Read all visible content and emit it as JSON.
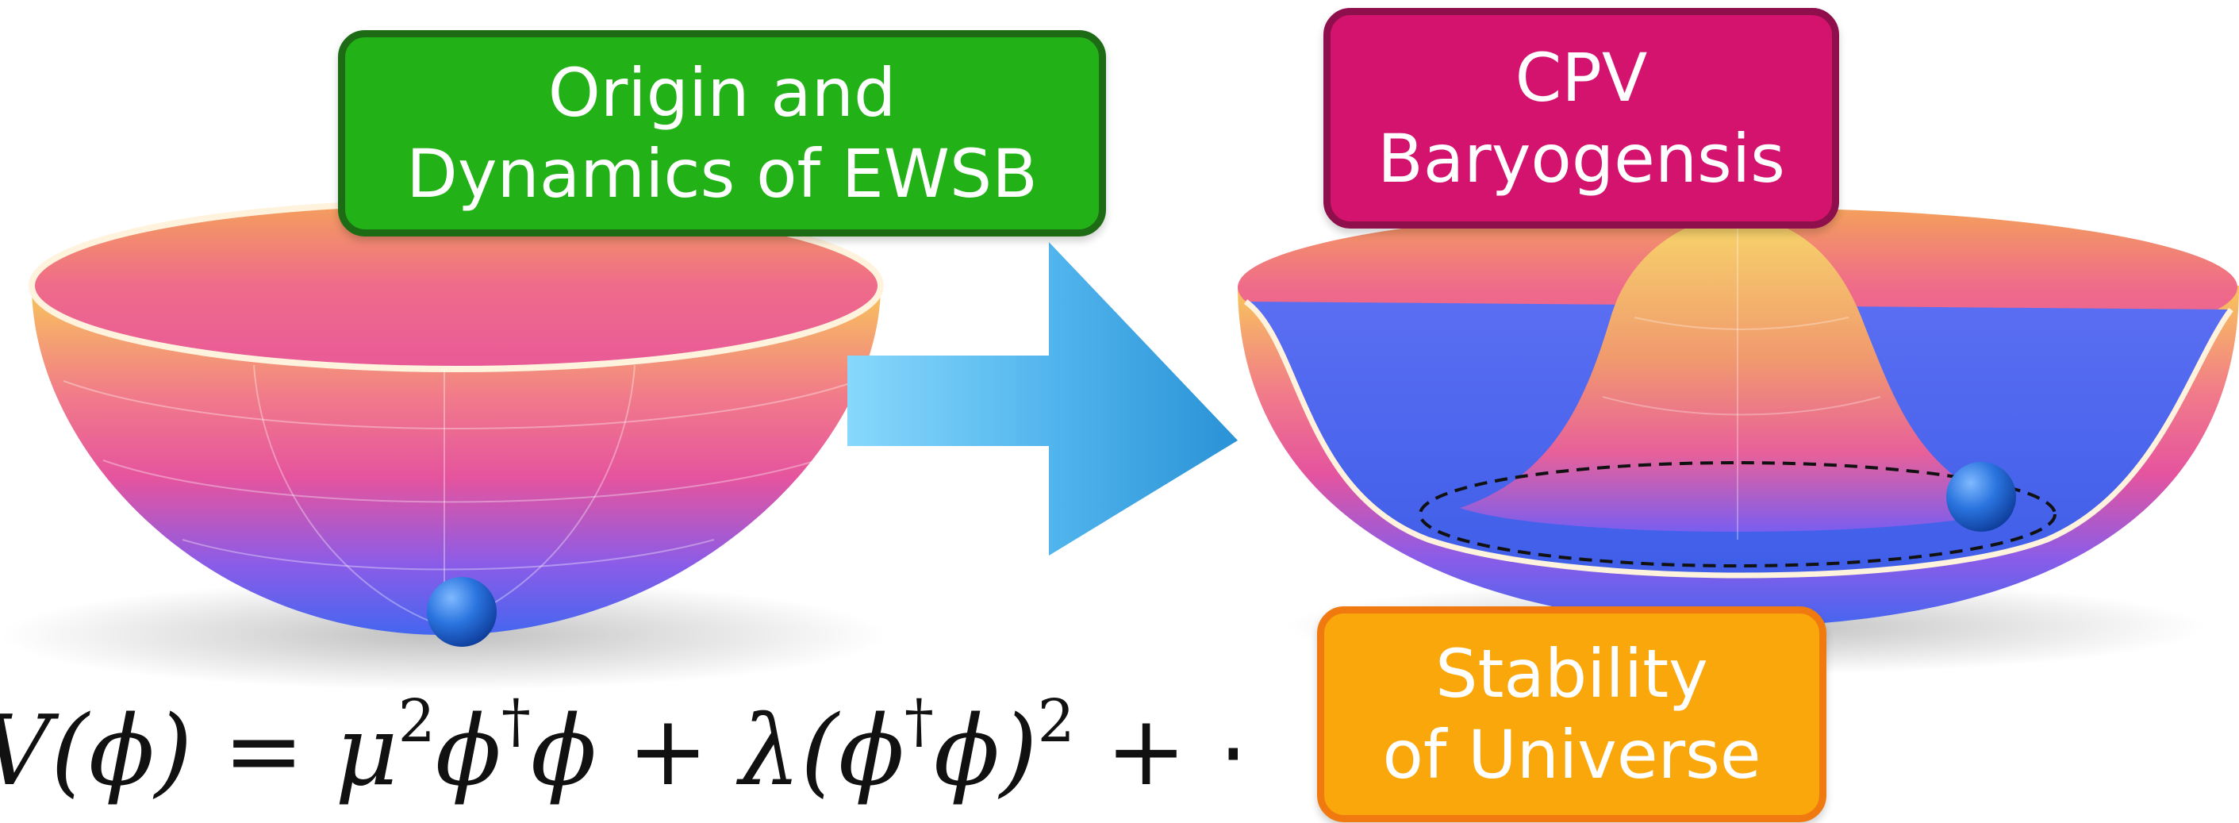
{
  "labels": {
    "origin_line1": "Origin and",
    "origin_line2": "Dynamics of EWSB",
    "cpv_line1": "CPV",
    "cpv_line2": "Baryogensis",
    "stability_line1": "Stability",
    "stability_line2": "of Universe"
  },
  "equation": {
    "lhs": "V(ϕ)",
    "equals": " = ",
    "mu": "μ",
    "exp2a": "2",
    "phidag": "ϕ",
    "dagger1": "†",
    "phi1": "ϕ",
    "plus1": " + ",
    "lambda": "λ(",
    "phidag2": "ϕ",
    "dagger2": "†",
    "phi2": "ϕ)",
    "exp2b": "2",
    "plus2": " + ⋯"
  },
  "colors": {
    "origin_fill": "#22b116",
    "origin_border": "#1d6b14",
    "cpv_fill": "#d4136f",
    "cpv_border": "#8e0f4b",
    "stability_fill": "#f9a70b",
    "stability_border": "#f07a10",
    "arrow_light": "#7fd3fb",
    "arrow_dark": "#2a96d8",
    "bowl_top": "#f6c35d",
    "bowl_mid": "#ef5f93",
    "bowl_low": "#4c64ee",
    "ball": "#1f6ed8"
  }
}
